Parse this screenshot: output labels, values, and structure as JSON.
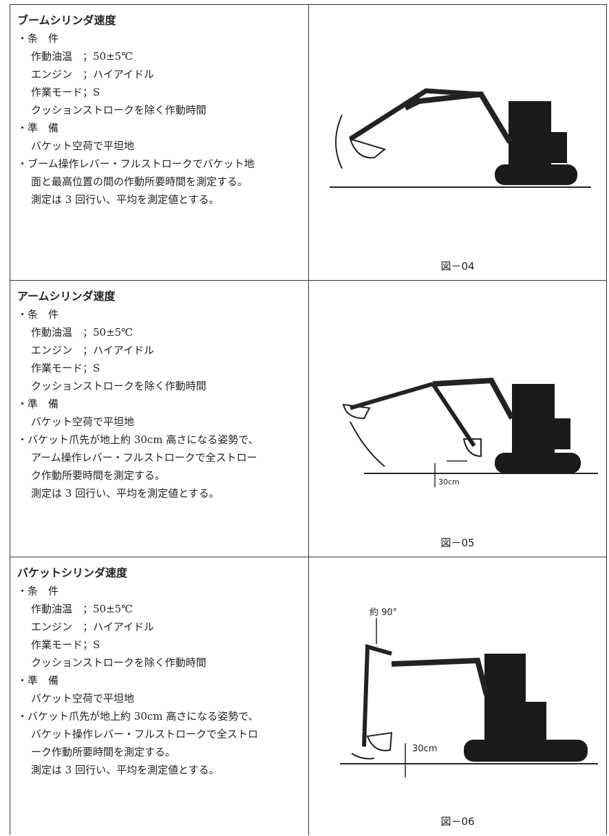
{
  "sections": [
    {
      "title": "ブームシリンダ速度",
      "cond_header": "条　件",
      "cond_lines": [
        "作動油温　；50±5℃",
        "エンジン　；ハイアイドル",
        "作業モード；S",
        "クッションストロークを除く作動時間"
      ],
      "prep_header": "準　備",
      "prep_lines": [
        "バケット空荷で平坦地"
      ],
      "proc_lines": [
        "ブーム操作レバー・フルストロークでバケット地",
        "面と最高位置の間の作動所要時間を測定する。"
      ],
      "note": "測定は 3 回行い、平均を測定値とする。",
      "figure_caption": "図－04"
    },
    {
      "title": "アームシリンダ速度",
      "cond_header": "条　件",
      "cond_lines": [
        "作動油温　；50±5℃",
        "エンジン　；ハイアイドル",
        "作業モード；S",
        "クッションストロークを除く作動時間"
      ],
      "prep_header": "準　備",
      "prep_lines": [
        "バケット空荷で平坦地"
      ],
      "proc_lines": [
        "バケット爪先が地上約 30cm 高さになる姿勢で、",
        "アーム操作レバー・フルストロークで全ストロー",
        "ク作動所要時間を測定する。"
      ],
      "note": "測定は 3 回行い、平均を測定値とする。",
      "figure_caption": "図－05",
      "figure_label": "30cm"
    },
    {
      "title": "バケットシリンダ速度",
      "cond_header": "条　件",
      "cond_lines": [
        "作動油温　；50±5℃",
        "エンジン　；ハイアイドル",
        "作業モード；S",
        "クッションストロークを除く作動時間"
      ],
      "prep_header": "準　備",
      "prep_lines": [
        "バケット空荷で平坦地"
      ],
      "proc_lines": [
        "バケット爪先が地上約 30cm 高さになる姿勢で、",
        "バケット操作レバー・フルストロークで全ストロ",
        "ーク作動所要時間を測定する。"
      ],
      "note": "測定は 3 回行い、平均を測定値とする。",
      "figure_caption": "図－06",
      "figure_label": "30cm",
      "figure_angle": "約 90°"
    }
  ]
}
